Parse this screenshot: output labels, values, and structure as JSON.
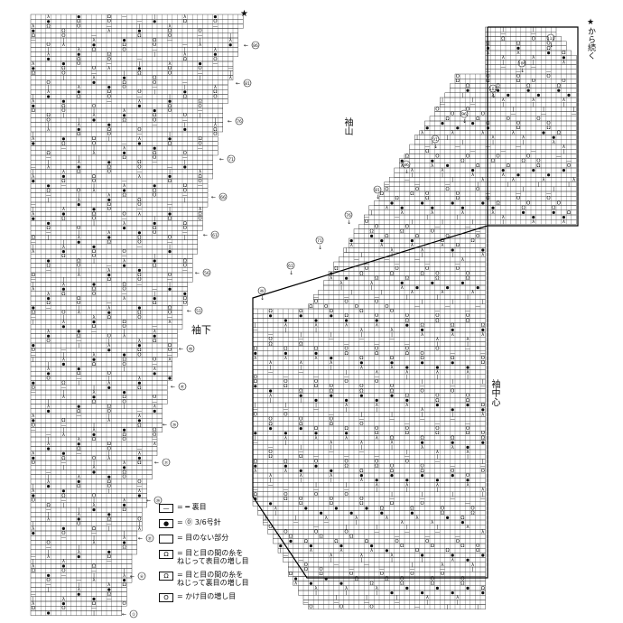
{
  "labels": {
    "sleeve_under": "袖下",
    "sleeve_cap": "袖山",
    "sleeve_center": "袖中心",
    "continue_from_star": "★から続く",
    "star": "★"
  },
  "legend": [
    {
      "symbol": "—",
      "text": "= ━ 裏目"
    },
    {
      "symbol": "●",
      "text": "= ⓪ 3/6号針"
    },
    {
      "symbol": "",
      "text": "= 目のない部分"
    },
    {
      "symbol": "Ω",
      "text": "= 目と目の間の糸を\nねじって表目の増し目"
    },
    {
      "symbol": "Ω",
      "text": "= 目と目の間の糸を\nねじって裏目の増し目"
    },
    {
      "symbol": "O",
      "text": "= かけ目の増し目"
    }
  ],
  "left_row_markers": [
    "①",
    "⑥",
    "㉑",
    "㉖",
    "㉛",
    "㊱",
    "㊶",
    "㊻",
    "51",
    "56",
    "61",
    "66",
    "71",
    "76",
    "81",
    "86"
  ],
  "right_row_markers": [
    "㊻",
    "61",
    "71",
    "76",
    "81",
    "86",
    "91",
    "96",
    "101",
    "106",
    "111"
  ]
}
